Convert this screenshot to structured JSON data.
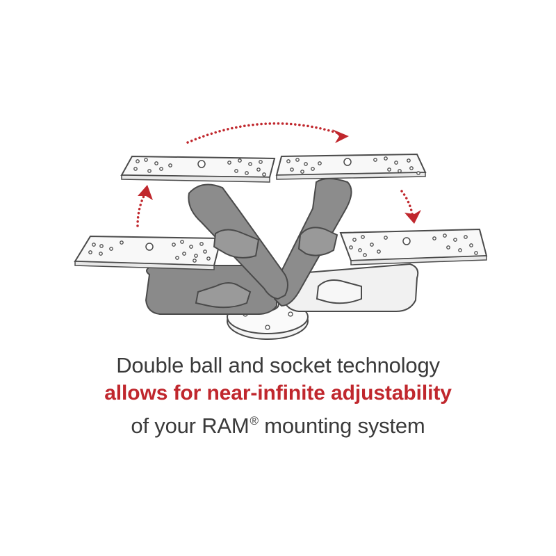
{
  "caption": {
    "line1": "Double ball and socket technology",
    "line2": "allows for near-infinite adjustability",
    "line3_pre": "of your RAM",
    "line3_mark": "®",
    "line3_post": " mounting system"
  },
  "colors": {
    "accent": "#c0272d",
    "text": "#3a3a3a",
    "outline": "#4a4a4a",
    "arm_dark": "#8a8a8a",
    "arm_light": "#f1f1f1"
  }
}
